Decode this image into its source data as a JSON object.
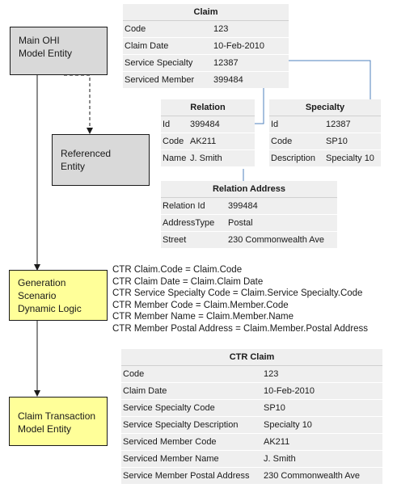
{
  "boxes": {
    "main_ohi": [
      "Main OHI",
      "Model Entity"
    ],
    "referenced": [
      "Referenced",
      "Entity"
    ],
    "generation": [
      "Generation",
      "Scenario",
      "Dynamic Logic"
    ],
    "claim_transaction": [
      "Claim Transaction",
      "Model Entity"
    ]
  },
  "claim": {
    "title": "Claim",
    "rows": [
      [
        "Code",
        "123"
      ],
      [
        "Claim Date",
        "10-Feb-2010"
      ],
      [
        "Service Specialty",
        "12387"
      ],
      [
        "Serviced Member",
        "399484"
      ]
    ]
  },
  "relation": {
    "title": "Relation",
    "rows": [
      [
        "Id",
        "399484"
      ],
      [
        "Code",
        "AK211"
      ],
      [
        "Name",
        "J. Smith"
      ]
    ]
  },
  "specialty": {
    "title": "Specialty",
    "rows": [
      [
        "Id",
        "12387"
      ],
      [
        "Code",
        "SP10"
      ],
      [
        "Description",
        "Specialty 10"
      ]
    ]
  },
  "relation_address": {
    "title": "Relation Address",
    "rows": [
      [
        "Relation Id",
        "399484"
      ],
      [
        "AddressType",
        "Postal"
      ],
      [
        "Street",
        "230 Commonwealth  Ave"
      ]
    ]
  },
  "logic": [
    "CTR Claim.Code = Claim.Code",
    "CTR Claim Date = Claim.Claim Date",
    "CTR Service Specialty Code = Claim.Service Specialty.Code",
    "CTR Member Code = Claim.Member.Code",
    "CTR Member Name = Claim.Member.Name",
    "CTR Member Postal Address = Claim.Member.Postal Address"
  ],
  "ctr_claim": {
    "title": "CTR Claim",
    "rows": [
      [
        "Code",
        "123"
      ],
      [
        "Claim Date",
        "10-Feb-2010"
      ],
      [
        "Service Specialty Code",
        "SP10"
      ],
      [
        "Service Specialty Description",
        "Specialty 10"
      ],
      [
        "Serviced Member Code",
        "AK211"
      ],
      [
        "Serviced Member Name",
        "J. Smith"
      ],
      [
        "Service Member Postal Address",
        "230 Commonwealth  Ave"
      ]
    ]
  }
}
